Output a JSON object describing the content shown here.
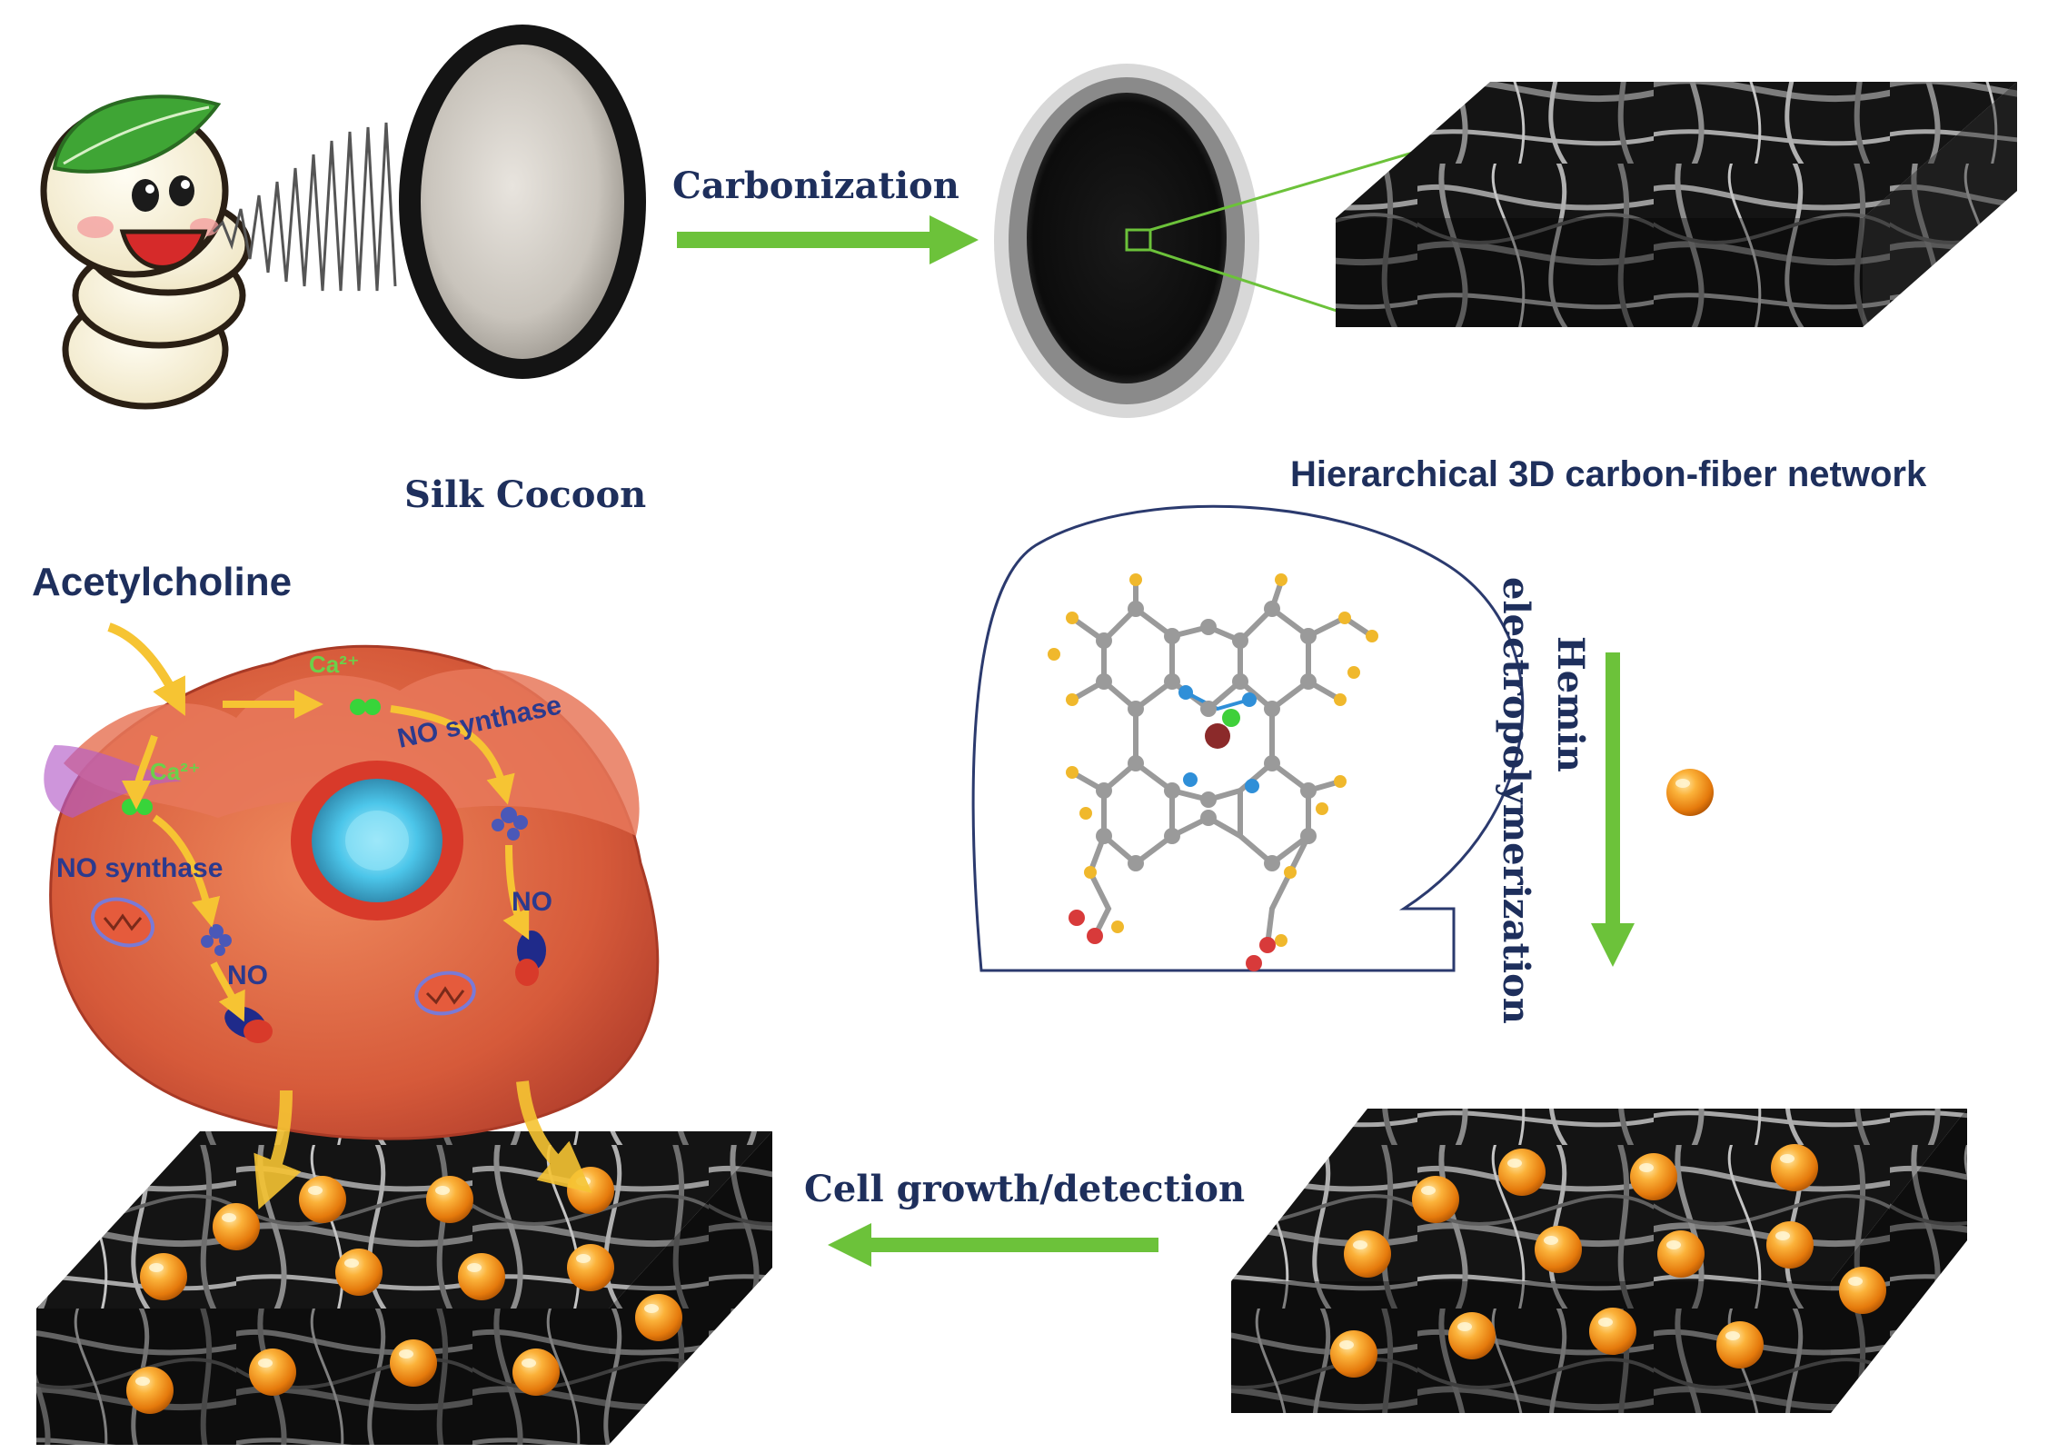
{
  "labels": {
    "carbonization": "Carbonization",
    "silk_cocoon": "Silk Cocoon",
    "network": "Hierarchical 3D carbon-fiber network",
    "acetylcholine": "Acetylcholine",
    "hemin": "Hemin",
    "electropolymerization": "electropolymerization",
    "cell_growth": "Cell growth/detection",
    "ca_top": "Ca²⁺",
    "ca_left": "Ca²⁺",
    "no_synthase_right": "NO synthase",
    "no_synthase_left": "NO synthase",
    "no_right": "NO",
    "no_left": "NO"
  },
  "colors": {
    "arrow_green": "#6cc23a",
    "label_navy": "#1e2f5c",
    "hemin_orange": "#f08a12",
    "cell_body": "#d9603e",
    "fiber_dark": "#141414",
    "molecule_outline": "#2b3a6e"
  },
  "icons": {
    "silkworm": "silkworm-mascot-icon",
    "cocoon": "silk-cocoon-icon",
    "carbon_cocoon": "carbonized-cocoon-icon",
    "hemin_sphere": "hemin-sphere-icon"
  }
}
